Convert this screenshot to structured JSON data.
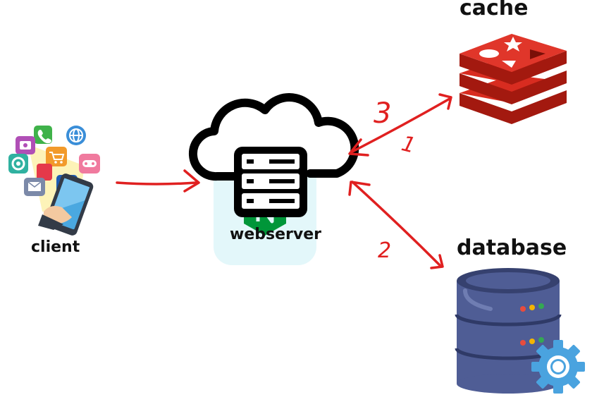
{
  "nodes": {
    "client": {
      "label": "client"
    },
    "webserver": {
      "label": "webserver"
    },
    "cache": {
      "label": "cache"
    },
    "database": {
      "label": "database"
    }
  },
  "steps": [
    "1",
    "2",
    "3"
  ],
  "colors": {
    "arrow": "#e02020",
    "cache_red": "#d82c20",
    "cache_dark": "#a3190f",
    "db_blue": "#4f5d95",
    "db_dark": "#2f3a67",
    "nginx_bg": "#e3f7fa",
    "nginx_green": "#009639",
    "gear_blue": "#4aa3df"
  },
  "icons": [
    "apps-phone-icon",
    "cloud-server-icon",
    "nginx-logo-icon",
    "redis-stack-icon",
    "database-gear-icon"
  ]
}
